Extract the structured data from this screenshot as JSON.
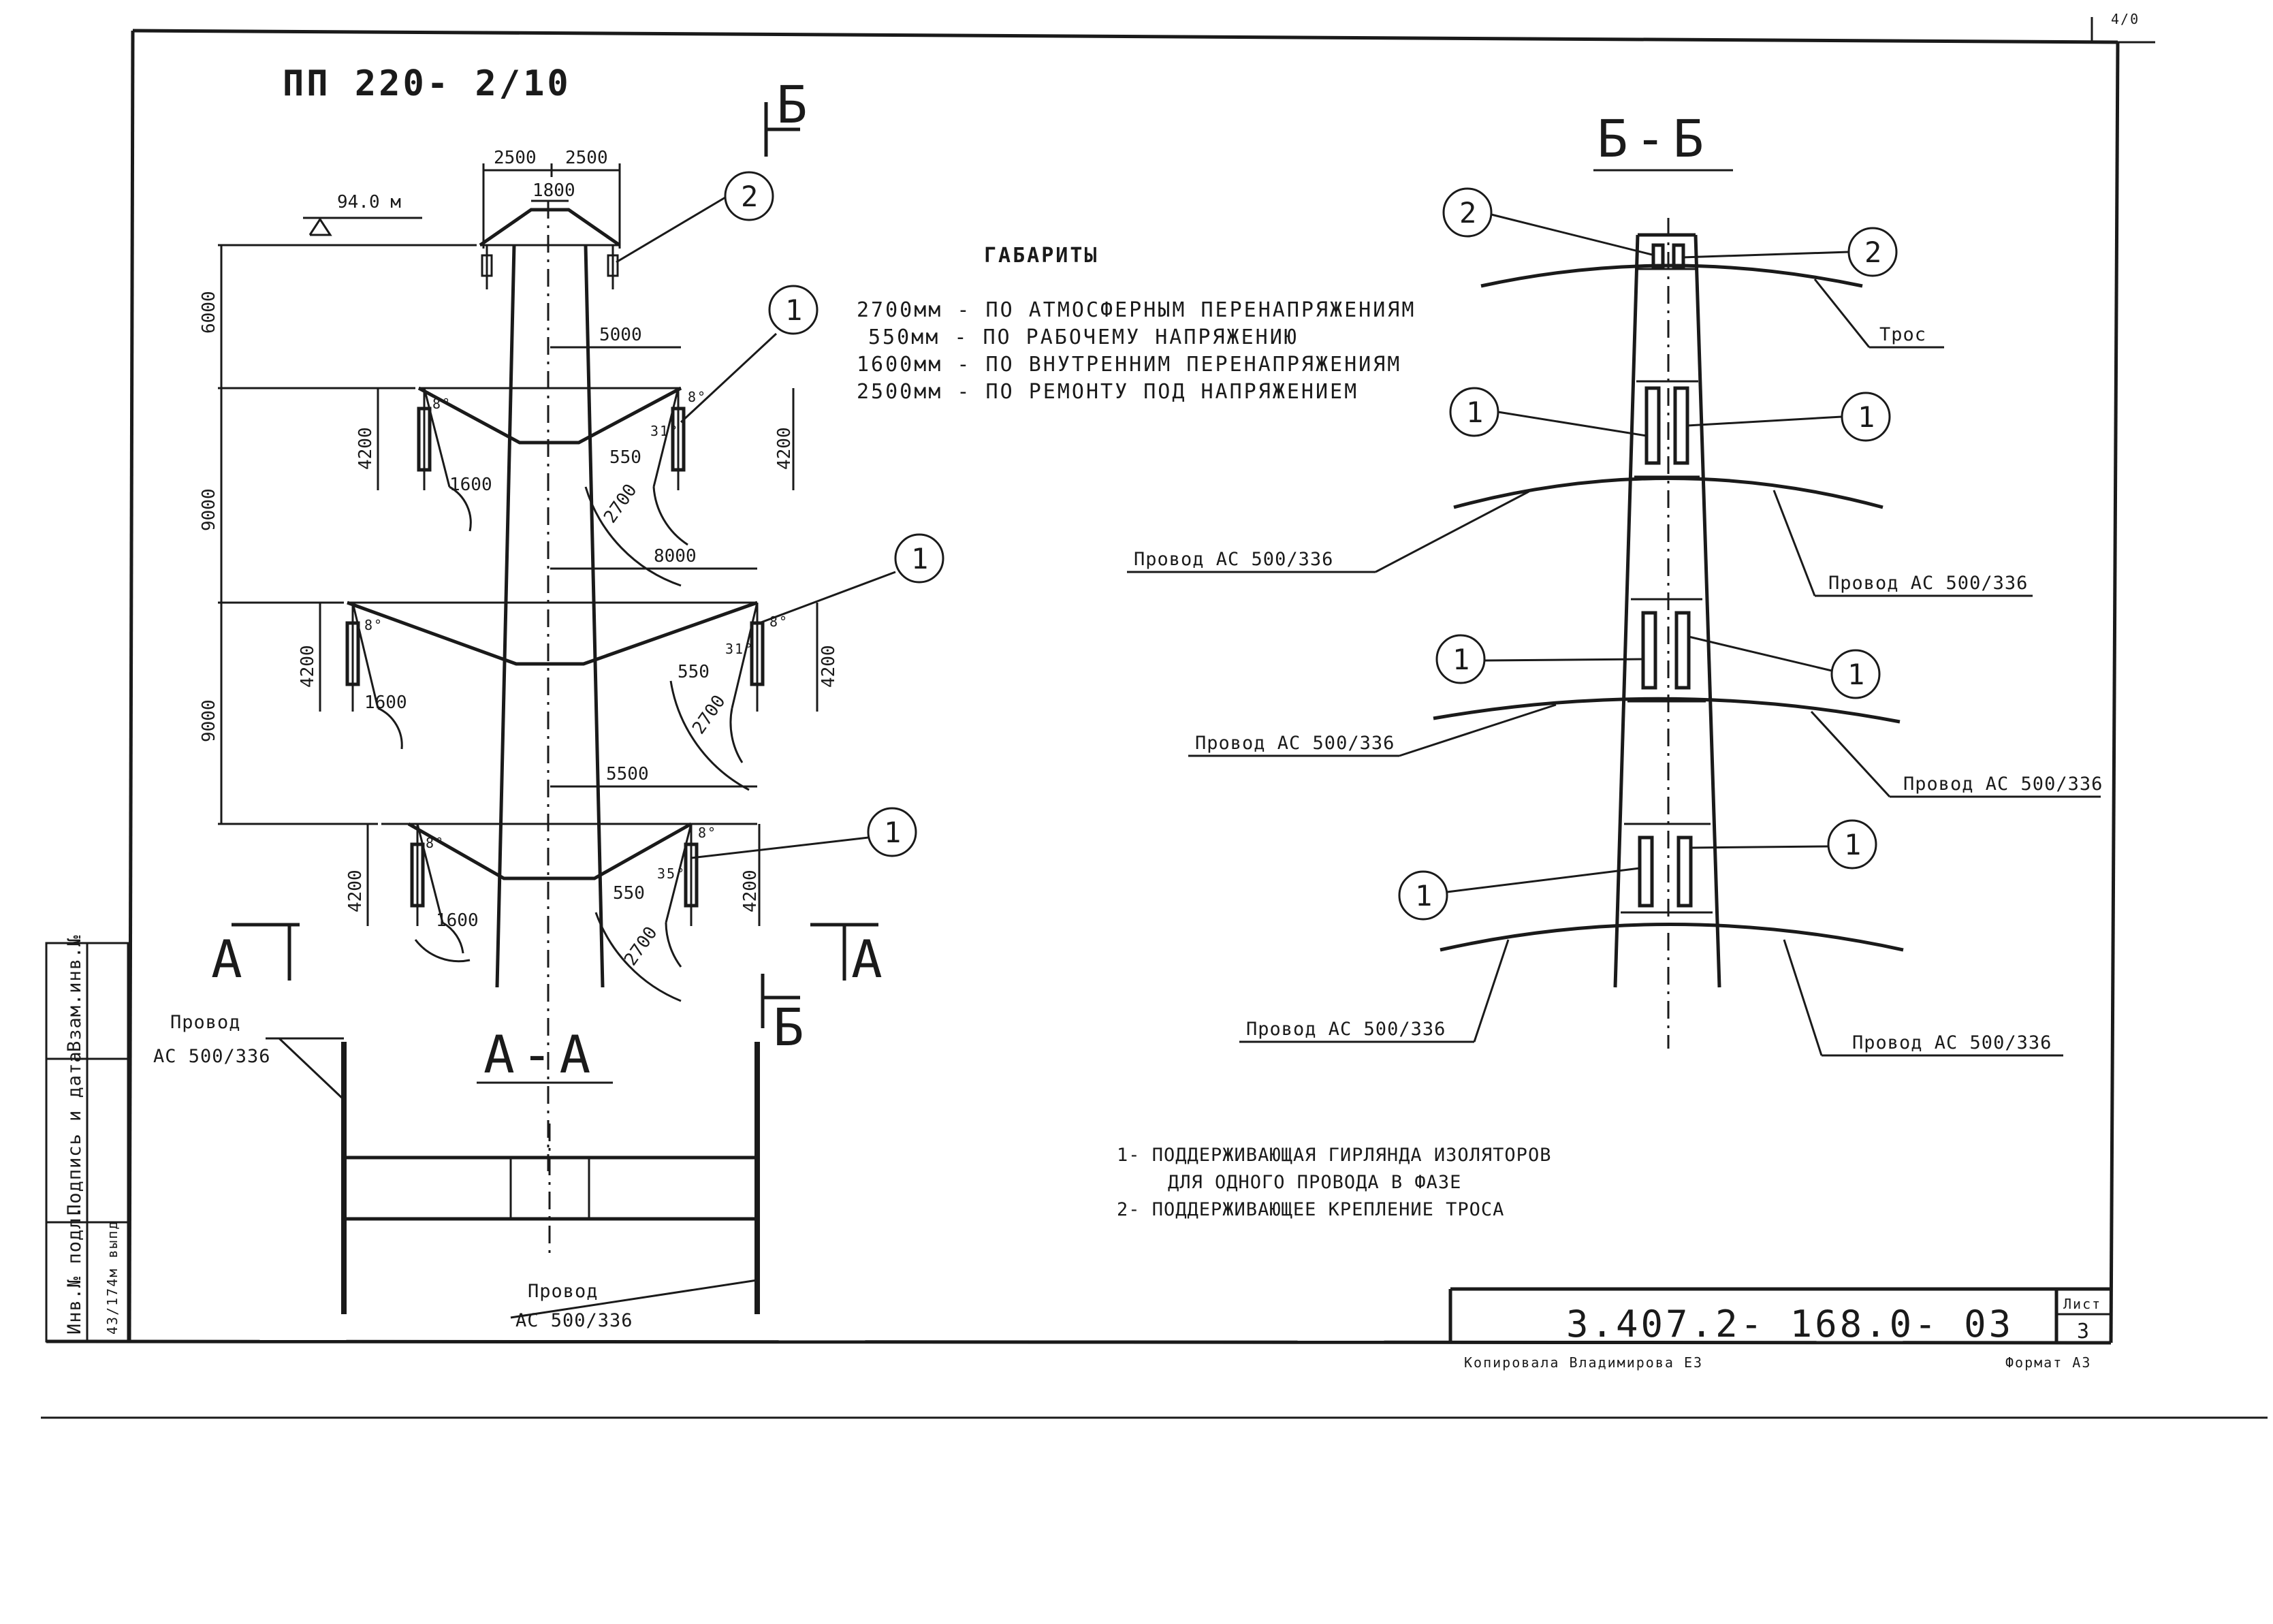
{
  "drawing": {
    "title": "ПП 220- 2/10",
    "elevation": "94.0 м",
    "section_aa": "А-А",
    "section_bb": "Б-Б",
    "section_marker_a": "А",
    "section_marker_b": "Б",
    "callout_1": "1",
    "callout_2": "2"
  },
  "dimensions": {
    "top_left": "2500",
    "top_right": "2500",
    "top_mid": "1800",
    "v_6000": "6000",
    "v_9000_a": "9000",
    "v_9000_b": "9000",
    "h_5000": "5000",
    "h_8000": "8000",
    "h_5500": "5500",
    "string_4200": "4200",
    "r_1600": "1600",
    "r_550": "550",
    "r_2700": "2700",
    "angle_8": "8°",
    "angle_31": "31°",
    "angle_35": "35°"
  },
  "clearances": {
    "heading": "ГАБАРИТЫ",
    "lines": [
      "2700мм - ПО АТМОСФЕРНЫМ ПЕРЕНАПРЯЖЕНИЯМ",
      "550мм - ПО РАБОЧЕМУ НАПРЯЖЕНИЮ",
      "1600мм - ПО ВНУТРЕННИМ ПЕРЕНАПРЯЖЕНИЯМ",
      "2500мм - ПО РЕМОНТУ ПОД НАПРЯЖЕНИЕМ"
    ]
  },
  "labels": {
    "tros": "Трос",
    "wire_name": "Провод",
    "wire_spec": "АС 500/336",
    "wire_full": "Провод АС 500/336"
  },
  "legend": [
    "1- ПОДДЕРЖИВАЮЩАЯ ГИРЛЯНДА ИЗОЛЯТОРОВ",
    "ДЛЯ ОДНОГО ПРОВОДА В ФАЗЕ",
    "2- ПОДДЕРЖИВАЮЩЕЕ КРЕПЛЕНИЕ ТРОСА"
  ],
  "title_block": {
    "code": "3.407.2- 168.0- 03",
    "sheet_label": "Лист",
    "sheet_number": "3",
    "copied": "Копировала Владимирова ЕЗ",
    "format": "Формат А3",
    "corner_mark": "4/0"
  },
  "margin_stamps": [
    "Взам.инв.№",
    "Подпись и дата",
    "Инв.№ подл.",
    "43/174м выпд"
  ]
}
